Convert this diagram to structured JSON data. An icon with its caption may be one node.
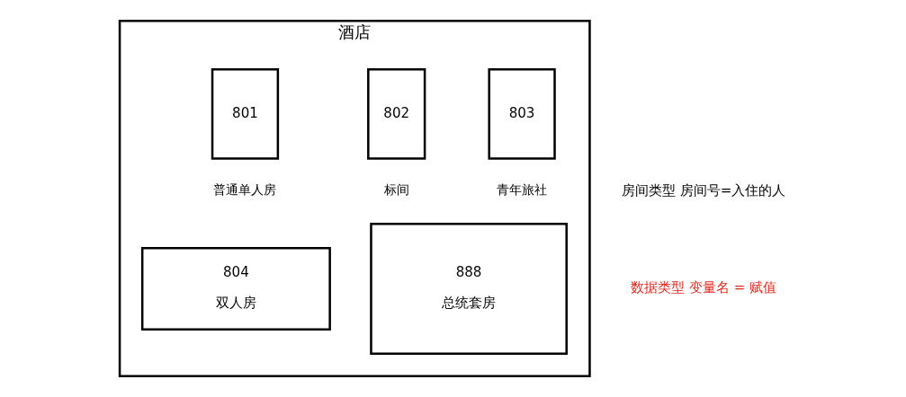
{
  "diagram": {
    "nodes": [
      {
        "text": [
          "酒店"
        ]
      },
      {
        "text": [
          "801"
        ],
        "in": 0,
        "beside": [
          "普通单人房"
        ]
      },
      {
        "text": [
          "802"
        ],
        "in": 0,
        "beside": [
          "标间"
        ]
      },
      {
        "text": [
          "803"
        ],
        "in": 0,
        "beside": [
          "青年旅社"
        ]
      },
      {
        "text": [
          "804",
          "双人房"
        ],
        "in": 0
      },
      {
        "text": [
          "888",
          "总统套房"
        ],
        "in": 0
      }
    ],
    "labels": [
      "房间类型 房间号=入住的人",
      "数据类型 变量名 = 赋值"
    ]
  }
}
